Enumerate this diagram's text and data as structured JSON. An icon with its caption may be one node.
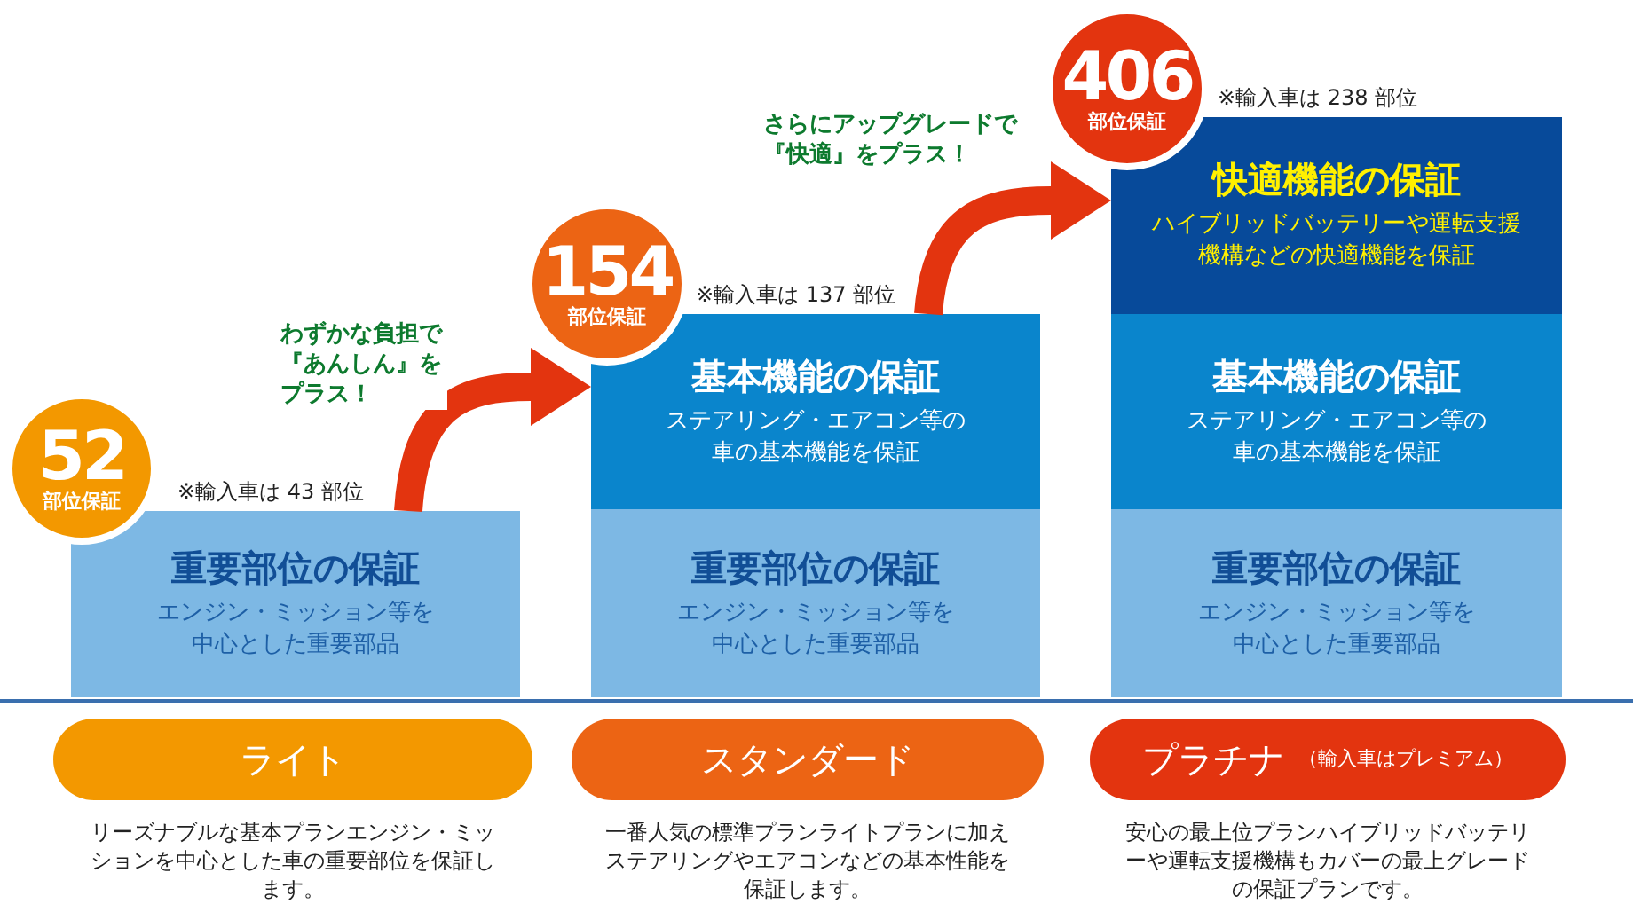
{
  "diagram": {
    "nodes": [
      {
        "text": [
          "52",
          "部位保証"
        ],
        "beside": [
          "※輸入車は 43 部位"
        ]
      },
      {
        "text": [
          "重要部位の保証",
          "エンジン・ミッション等を中心とした重要部品"
        ]
      },
      {
        "text": [
          "154",
          "部位保証"
        ],
        "beside": [
          "※輸入車は 137 部位"
        ]
      },
      {
        "text": [
          "基本機能の保証",
          "ステアリング・エアコン等の車の基本機能を保証"
        ]
      },
      {
        "text": [
          "重要部位の保証",
          "エンジン・ミッション等を中心とした重要部品"
        ]
      },
      {
        "text": [
          "406",
          "部位保証"
        ],
        "beside": [
          "※輸入車は 238 部位"
        ]
      },
      {
        "text": [
          "快適機能の保証",
          "ハイブリッドバッテリーや運転支援機構などの快適機能を保証"
        ]
      },
      {
        "text": [
          "基本機能の保証",
          "ステアリング・エアコン等の車の基本機能を保証"
        ]
      },
      {
        "text": [
          "重要部位の保証",
          "エンジン・ミッション等を中心とした重要部品"
        ]
      },
      {
        "text": [
          "ライト"
        ],
        "beside": [
          "リーズナブルな基本プランエンジン・ミッションを中心とした車の重要部位を保証します。"
        ]
      },
      {
        "text": [
          "スタンダード"
        ],
        "beside": [
          "一番人気の標準プランライトプランに加えステアリングやエアコンなどの基本性能を保証します。"
        ]
      },
      {
        "text": [
          "プラチナ",
          "（輸入車はプレミアム）"
        ],
        "beside": [
          "安心の最上位プランハイブリッドバッテリーや運転支援機構もカバーの最上グレードの保証プランです。"
        ]
      }
    ],
    "edges": [
      {
        "from": 1,
        "to": 3,
        "arrow": "to",
        "label": "わずかな負担で『あんしん』をプラス！"
      },
      {
        "from": 3,
        "to": 6,
        "arrow": "to",
        "label": "さらにアップグレードで『快適』をプラス！"
      }
    ]
  }
}
